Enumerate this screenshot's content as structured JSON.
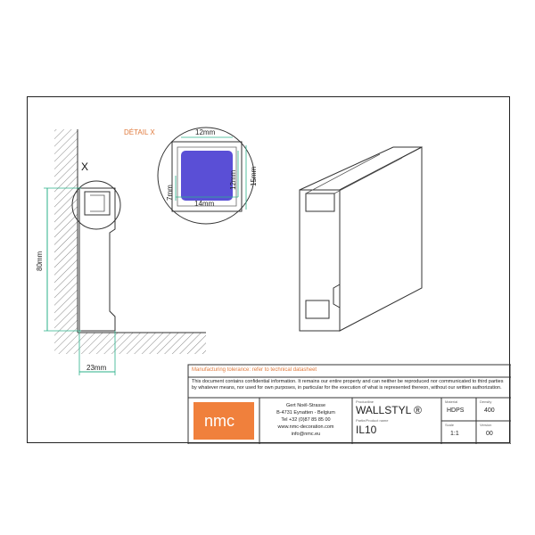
{
  "drawing": {
    "detail_label": "DÉTAIL X",
    "callout_label": "X",
    "dims": {
      "top_width": "12mm",
      "bottom_width": "14mm",
      "left_height": "7mm",
      "inner_height": "12mm",
      "outer_height": "15mm",
      "total_height": "80mm",
      "depth": "23mm"
    }
  },
  "title_block": {
    "tolerance": "Manufacturing tolerance: refer to technical datasheet",
    "confidential": "This document contains confidential information. It remains our entire property and can neither be reproduced nor communicated to third parties by whatever means, nor used for own purposes, in particular for the execution of what is represented thereon, without our written authorization.",
    "logo": "nmc",
    "address_lines": [
      "Gert Noël-Strasse",
      "B-4731 Eynatten - Belgium",
      "Tel +32 (0)87 85 85 00",
      "www.nmc-decoration.com",
      "info@nmc.eu"
    ],
    "product_caption": "Productline",
    "product": "WALLSTYL ®",
    "part_caption": "Partie/Product name",
    "part": "IL10",
    "material_caption": "Material",
    "material": "HDPS",
    "density_caption": "Density",
    "density": "400",
    "scale_caption": "Scale",
    "scale": "1:1",
    "version_caption": "Version",
    "version": "00"
  },
  "colors": {
    "logo_bg": "#f0803c",
    "dimension": "#2bb08a",
    "led_fill": "#5a4fd6",
    "detail_label": "#e07a3c",
    "tolerance_text": "#e07a3c"
  }
}
